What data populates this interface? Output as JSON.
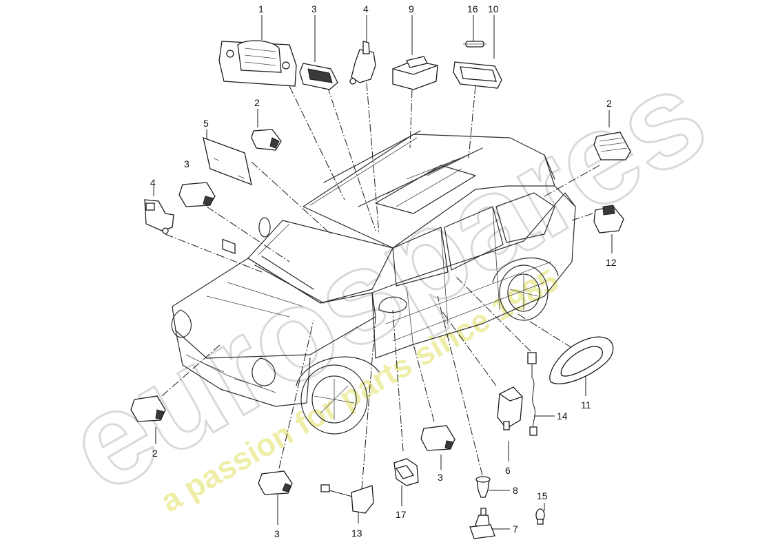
{
  "watermark": {
    "brand": "eurospares",
    "tagline": "a passion for parts since 1985"
  },
  "callouts": {
    "c1": "1",
    "c3a": "3",
    "c4a": "4",
    "c9": "9",
    "c16": "16",
    "c10": "10",
    "c2a": "2",
    "c5": "5",
    "c3b": "3",
    "c4b": "4",
    "c2b": "2",
    "c12": "12",
    "c11": "11",
    "c14": "14",
    "c6": "6",
    "c2c": "2",
    "c3c": "3",
    "c13": "13",
    "c17": "17",
    "c3d": "3",
    "c8": "8",
    "c7": "7",
    "c15": "15"
  }
}
